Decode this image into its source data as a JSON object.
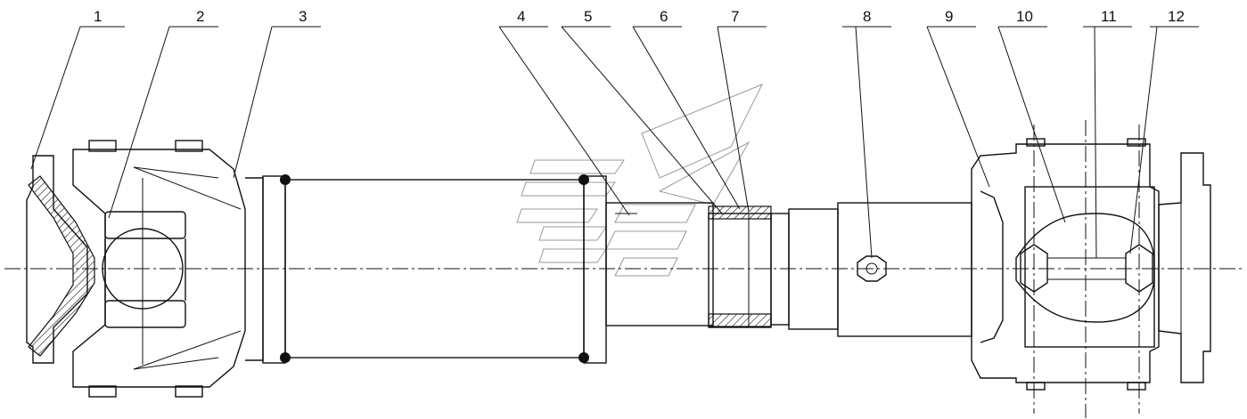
{
  "callouts": [
    {
      "id": "1",
      "label": "1"
    },
    {
      "id": "2",
      "label": "2"
    },
    {
      "id": "3",
      "label": "3"
    },
    {
      "id": "4",
      "label": "4"
    },
    {
      "id": "5",
      "label": "5"
    },
    {
      "id": "6",
      "label": "6"
    },
    {
      "id": "7",
      "label": "7"
    },
    {
      "id": "8",
      "label": "8"
    },
    {
      "id": "9",
      "label": "9"
    },
    {
      "id": "10",
      "label": "10"
    },
    {
      "id": "11",
      "label": "11"
    },
    {
      "id": "12",
      "label": "12"
    }
  ],
  "colors": {
    "line": "#111111",
    "background": "#ffffff",
    "watermark": "#999999"
  }
}
